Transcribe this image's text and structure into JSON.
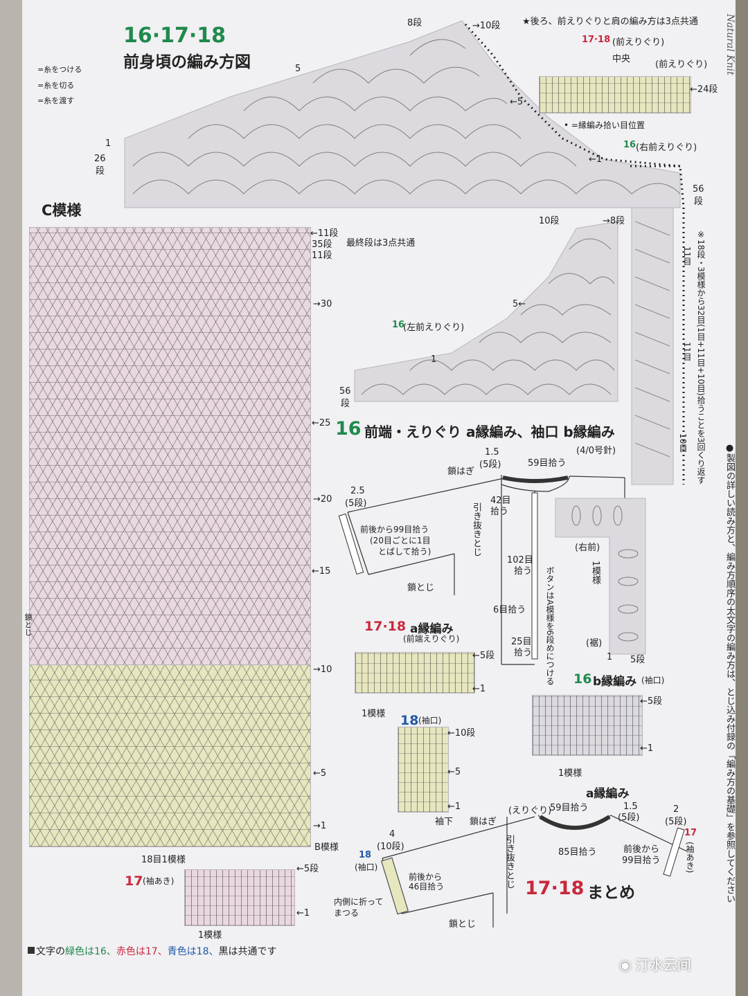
{
  "title": {
    "numbers": "16·17·18",
    "text": "前身頃の編み方図"
  },
  "legend": {
    "attach": "=糸をつける",
    "cut": "=糸を切る",
    "pass": "=糸を渡す"
  },
  "top_chart": {
    "row_8": "8段",
    "row_10": "→10段",
    "row_5": "5",
    "row_5r": "←5",
    "row_1": "1",
    "row_1r": "←1",
    "row_26": "26",
    "row_26b": "段",
    "row_56": "56",
    "row_56b": "段"
  },
  "note_common": "★後ろ、前えりぐりと肩の編み方は3点共通",
  "neck_1718": {
    "label": "17·18",
    "label_sub": "(前えりぐり)",
    "center": "中央",
    "front": "(前えりぐり)",
    "row24": "←24段",
    "dot_note": "• =縁編み拾い目位置"
  },
  "neck_16_right": {
    "label": "16",
    "label_sub": "(右前えりぐり)"
  },
  "c_pattern": {
    "title": "C模様",
    "r11": "←11段",
    "r35": "35段",
    "r11b": "11段",
    "note": "最終段は3点共通",
    "r30": "→30",
    "r25": "←25",
    "r20": "→20",
    "r15": "←15",
    "r10": "→10",
    "r5": "←5",
    "r1": "→1",
    "b_pattern": "B模様",
    "repeat": "18目1模様",
    "chain_close": "鎖とじ"
  },
  "left_neck_16": {
    "label": "16",
    "label_sub": "(左前えりぐり)",
    "r10": "10段",
    "r8": "→8段",
    "r5": "5←",
    "r1": "1",
    "r56": "56",
    "r56b": "段"
  },
  "side_note": "※18段・3模様から32目(1目+11目+10目)拾うことを3回くり返す",
  "side_11a": "11目",
  "side_11b": "11目",
  "side_10": "10目",
  "edging_16": {
    "title_num": "16",
    "title": "前端・えりぐり a縁編み、袖口 b縁編み",
    "needle": "(4/0号針)"
  },
  "assembly_16": {
    "chain_join": "鎖はぎ",
    "r15a": "1.5",
    "r15b": "(5段)",
    "pick59": "59目拾う",
    "r25a": "2.5",
    "r25b": "(5段)",
    "pick42a": "42目",
    "pick42b": "拾う",
    "pick99a": "前後から99目拾う",
    "pick99b": "(20目ごとに1目",
    "pick99c": "とばして拾う)",
    "slip": "引き抜きとじ",
    "chain_close": "鎖とじ",
    "pick102a": "102目",
    "pick102b": "拾う",
    "pick6": "6目拾う",
    "pick25a": "25目",
    "pick25b": "拾う",
    "button": "ボタンはA模様を6段めにつける"
  },
  "detail_16": {
    "right": "(右前)",
    "one_pattern": "1模様",
    "hem": "(裾)",
    "r1": "1",
    "r5": "5段"
  },
  "a_edge_1718": {
    "title_num": "17·18",
    "title": "a縁編み",
    "sub": "(前端えりぐり)",
    "r5": "←5段",
    "r1": "←1",
    "repeat": "1模様"
  },
  "b_edge_16": {
    "title_num": "16",
    "title": "b縁編み",
    "sub": "(袖口)",
    "r5": "←5段",
    "r1": "←1",
    "repeat": "1模様"
  },
  "cuff_18": {
    "title_num": "18",
    "title_sub": "(袖口)",
    "r10": "←10段",
    "r5": "←5",
    "r1": "←1",
    "down": "袖下"
  },
  "cuff_17": {
    "title_num": "17",
    "title_sub": "(袖あき)",
    "r5": "←5段",
    "r1": "←1",
    "repeat": "1模様"
  },
  "assembly_1718": {
    "title_a": "a縁編み",
    "neck": "(えりぐり)",
    "pick59": "59目拾う",
    "r15a": "1.5",
    "r15b": "(5段)",
    "r2a": "2",
    "r2b": "(5段)",
    "pick85": "85目拾う",
    "pick99a": "前後から",
    "pick99b": "99目拾う",
    "s17": "17",
    "s17sub": "(袖あき)",
    "chain_join": "鎖はぎ",
    "slip": "引き抜きとじ",
    "r4a": "4",
    "r4b": "(10段)",
    "s18": "18",
    "s18sub": "(袖口)",
    "pick46a": "前後から",
    "pick46b": "46目拾う",
    "fold_a": "内側に折って",
    "fold_b": "まつる",
    "chain_close": "鎖とじ",
    "summary_num": "17·18",
    "summary": "まとめ"
  },
  "footer": {
    "p1": "文字の",
    "c16": "緑色は16、",
    "c17": "赤色は17、",
    "c18": "青色は18、",
    "p2": "黒は共通です"
  },
  "right_margin": "●製図の詳しい読み方と、編み方順序の太文字の編み方は、とじ込み付録の「編み方の基礎」を参照してください",
  "spine_text": "Natural Knit",
  "watermark": "汀水云间",
  "colors": {
    "green": "#1f8a4c",
    "red": "#c8283c",
    "blue": "#1f5aa6",
    "pink": "#ead8e0",
    "yellow": "#e6e6bf"
  }
}
